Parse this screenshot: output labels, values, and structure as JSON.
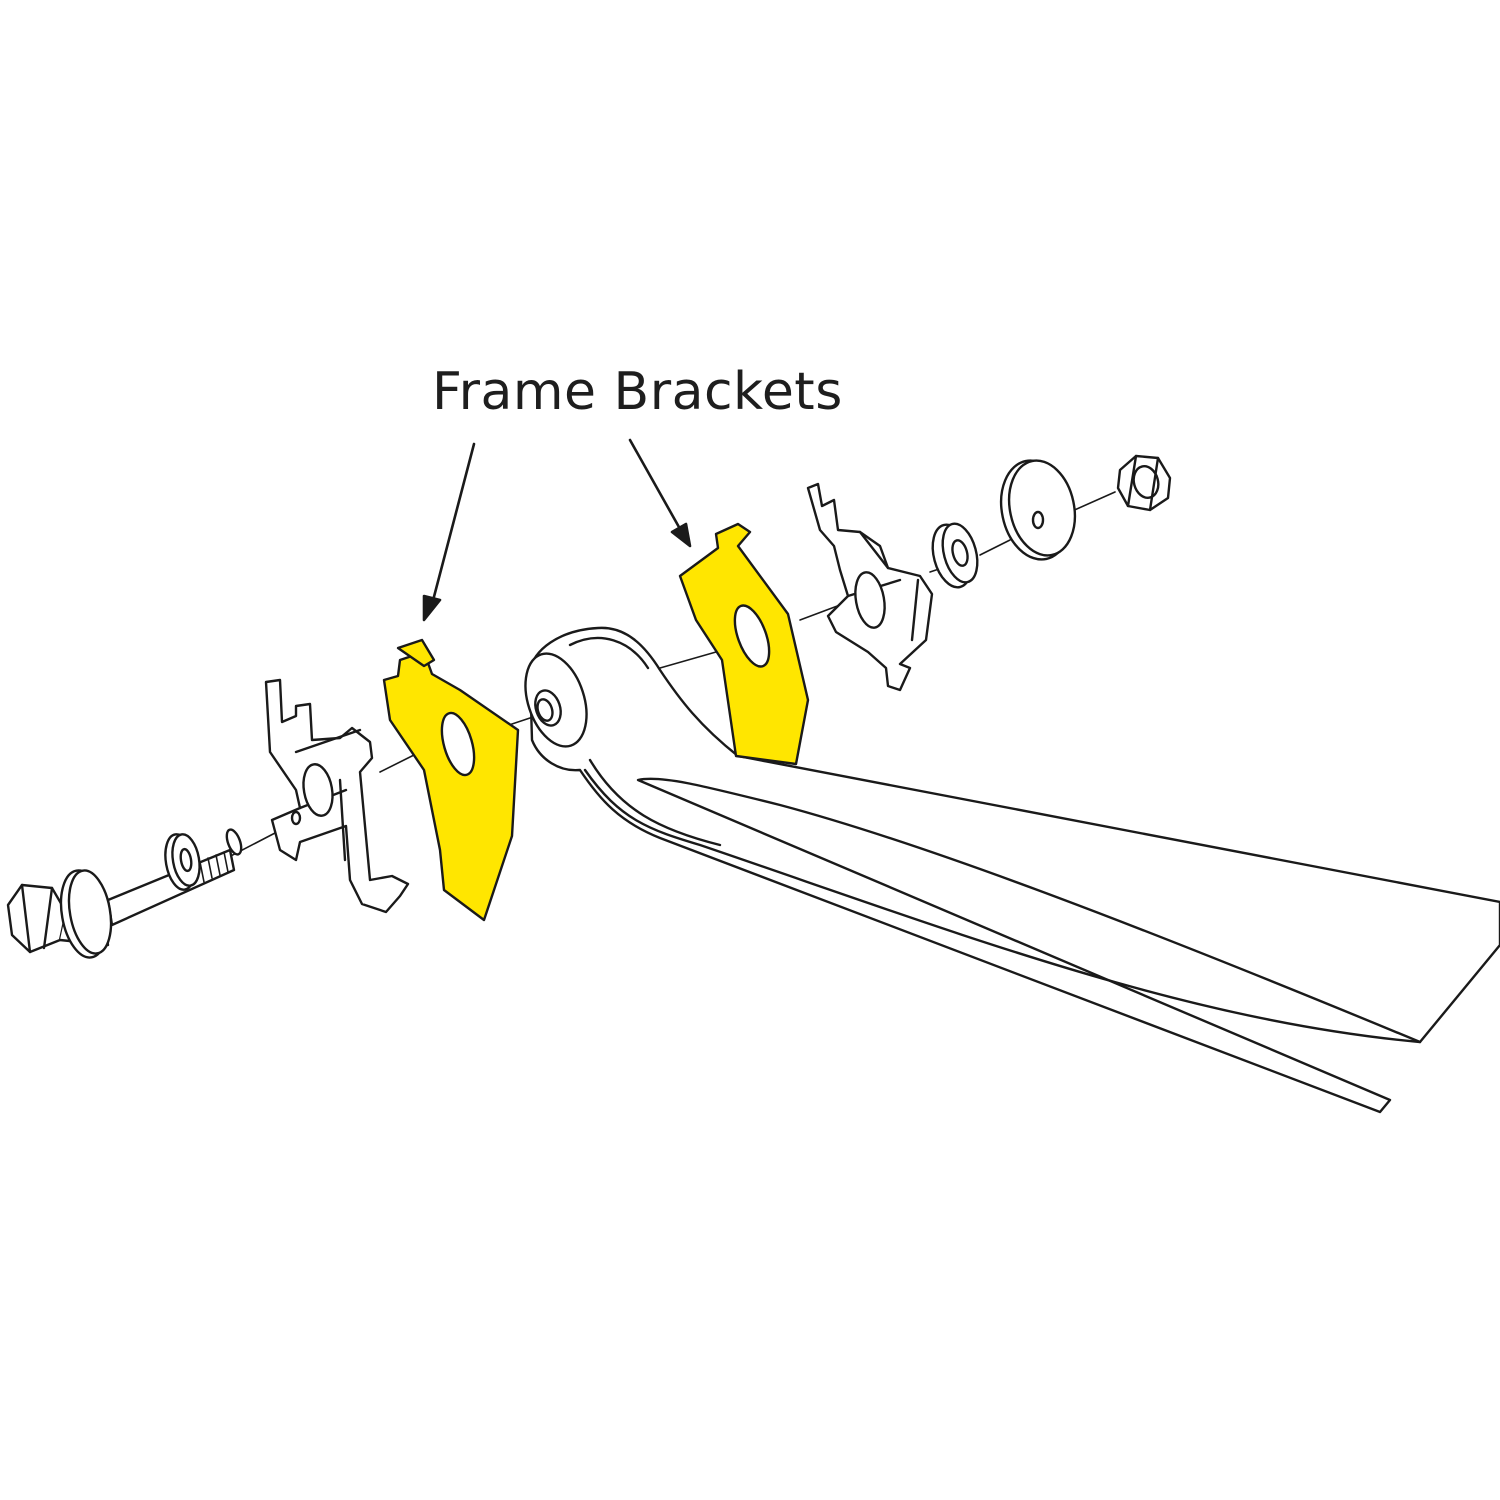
{
  "diagram": {
    "callout": {
      "label": "Frame Brackets"
    },
    "colors": {
      "highlight": "#FFE600",
      "line": "#1a1a1a",
      "background": "#ffffff"
    },
    "parts": [
      "hex-bolt",
      "large-washer",
      "small-washer",
      "cam-bracket",
      "frame-bracket",
      "control-arm",
      "frame-bracket",
      "cam-bracket",
      "small-washer",
      "large-washer",
      "hex-nut"
    ]
  }
}
